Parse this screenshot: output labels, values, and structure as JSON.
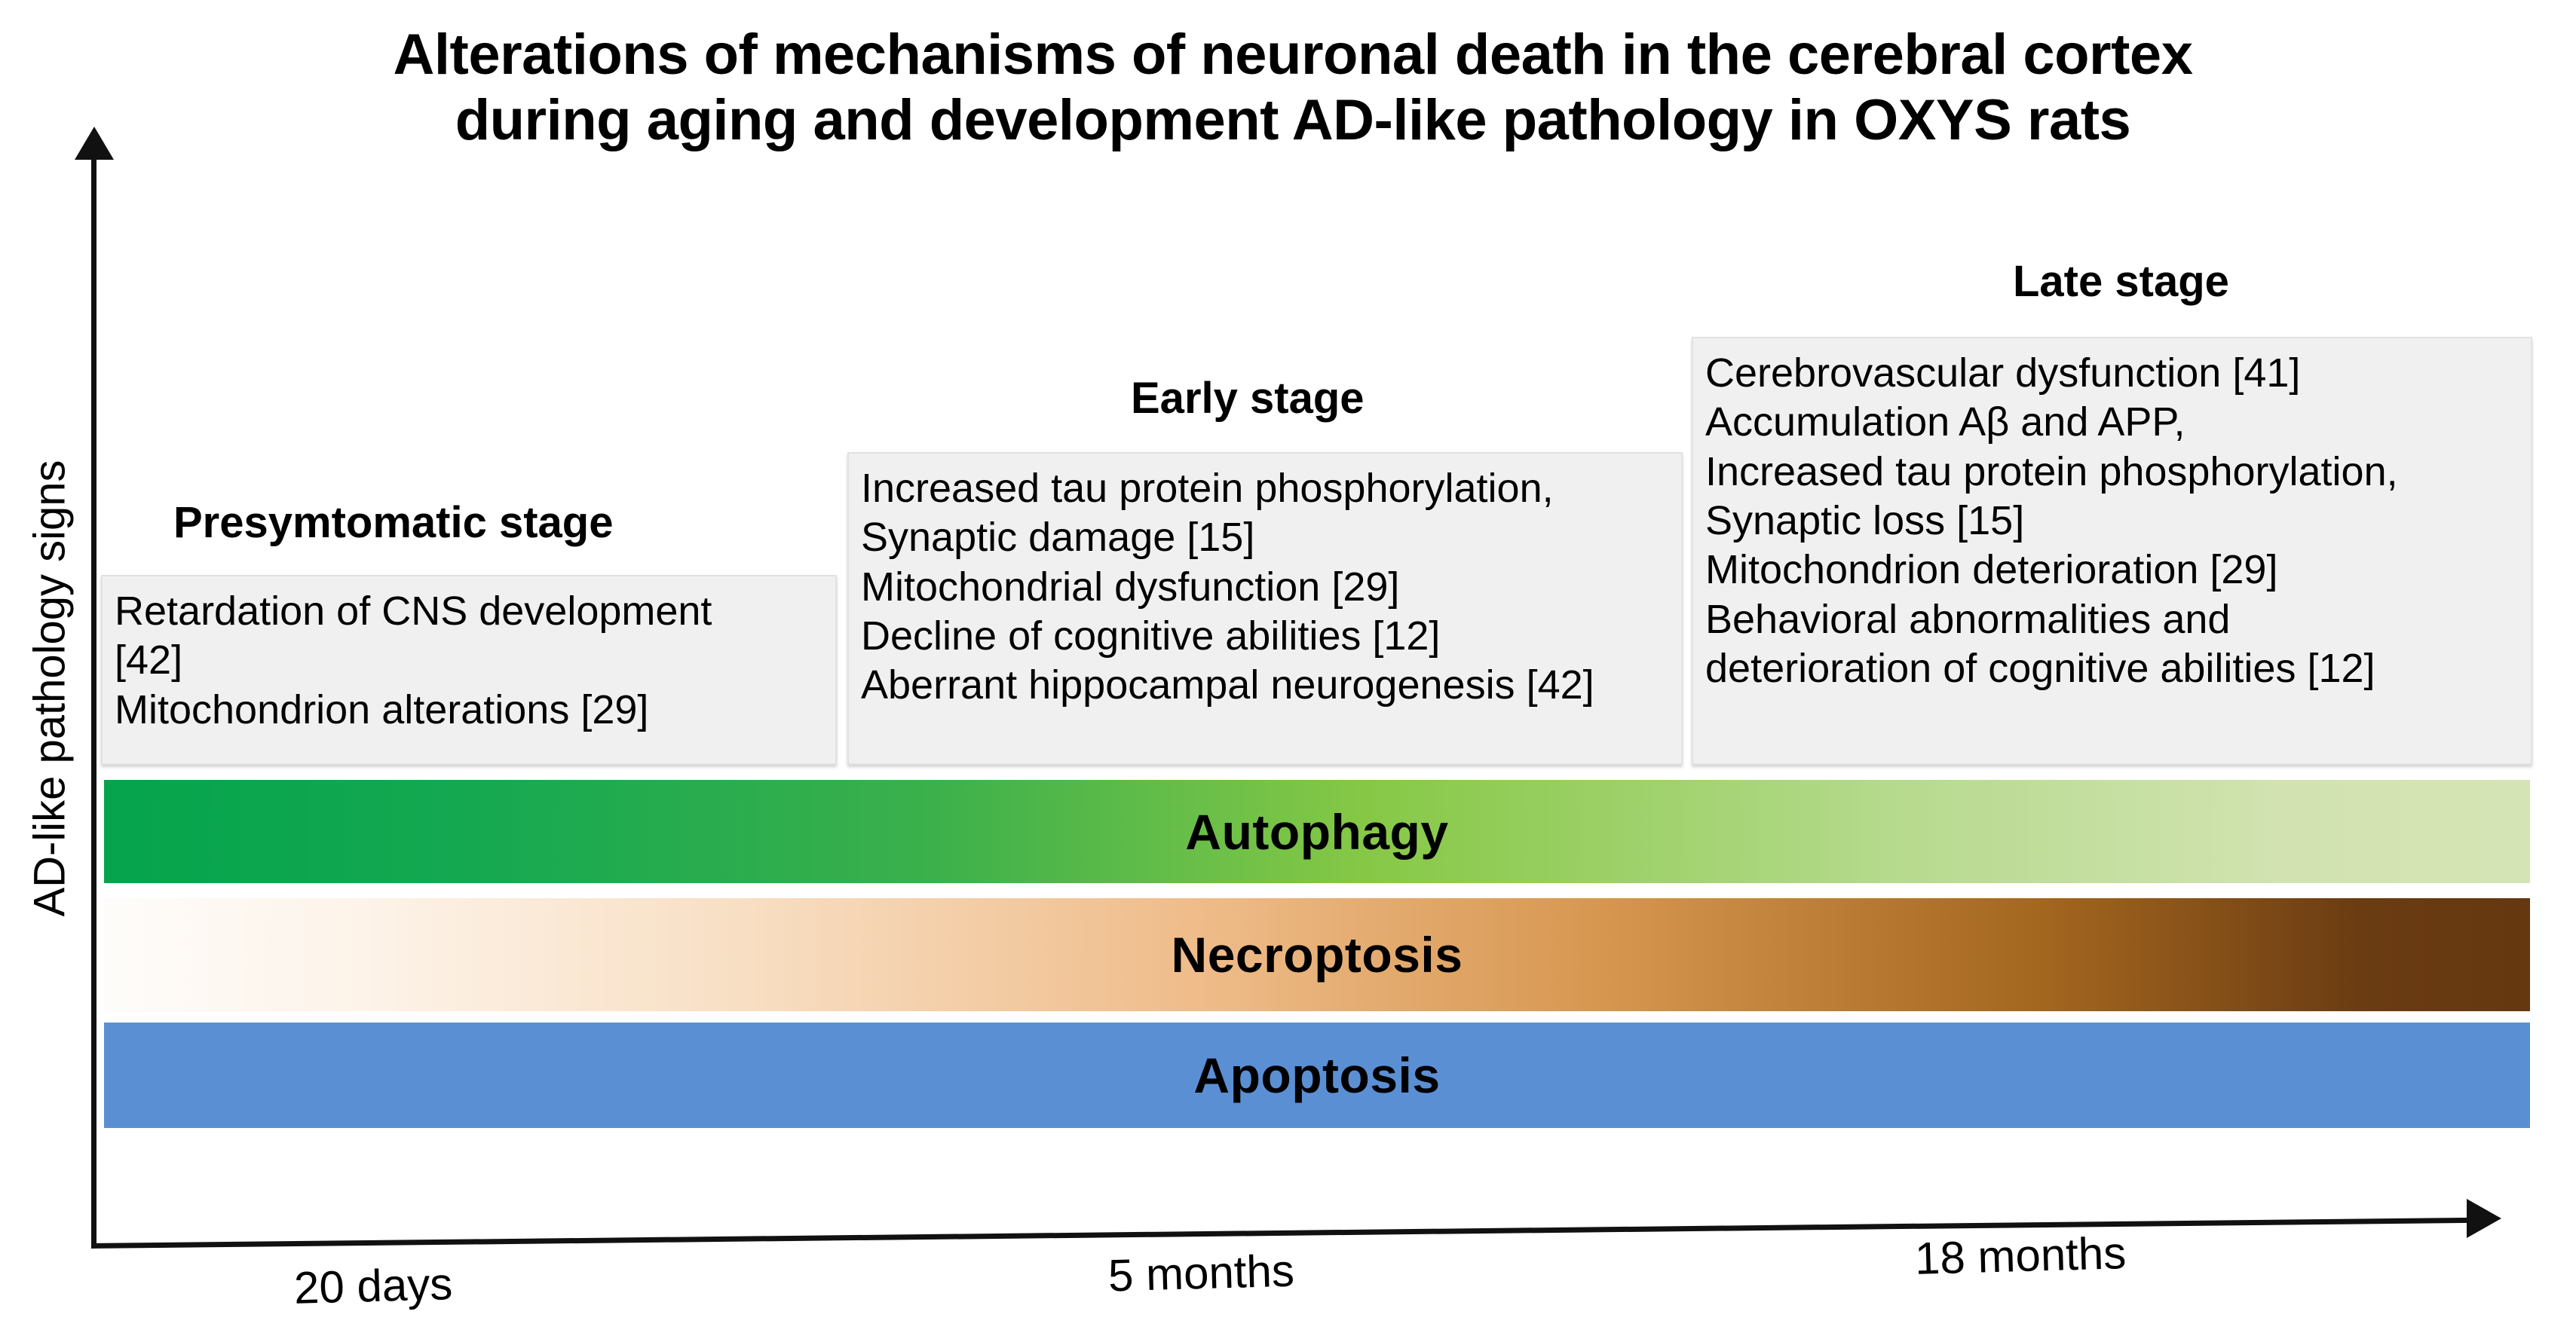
{
  "title": {
    "line1": "Alterations of mechanisms of neuronal death in the cerebral cortex",
    "line2": "during aging and development AD-like pathology in OXYS rats"
  },
  "axes": {
    "y_label": "AD-like pathology signs",
    "x_ticks": [
      "20 days",
      "5 months",
      "18 months"
    ],
    "axis_color": "#111111"
  },
  "stages": [
    {
      "header": "Presymtomatic stage",
      "lines": [
        "Retardation of CNS development",
        "[42]",
        "Mitochondrion alterations [29]"
      ]
    },
    {
      "header": "Early stage",
      "lines": [
        "Increased tau protein phosphorylation,",
        "Synaptic damage [15]",
        "Mitochondrial dysfunction [29]",
        "Decline of cognitive abilities [12]",
        "Aberrant hippocampal neurogenesis [42]"
      ]
    },
    {
      "header": "Late stage",
      "lines": [
        "Cerebrovascular dysfunction [41]",
        "Accumulation Aβ and APP,",
        "Increased tau protein phosphorylation,",
        "Synaptic loss [15]",
        "Mitochondrion deterioration [29]",
        "Behavioral abnormalities and",
        "deterioration of cognitive abilities [12]"
      ]
    }
  ],
  "mechanisms": [
    {
      "label": "Autophagy",
      "gradient": "linear-gradient(to right, #05A44C 0%, #13A851 14%, #3BB04B 34%, #86C846 52%, #B6DA8E 74%, #D2E3B1 90%, #D5E4B4 100%)",
      "colors": {
        "start": "#05A44C",
        "mid": "#86C846",
        "end": "#D5E4B4"
      }
    },
    {
      "label": "Necroptosis",
      "gradient": "linear-gradient(to right, #FEFCFA 0%, #FDF4EA 10%, #F8DFC4 26%, #EFBC8A 45%, #D6964F 62%, #A3661F 80%, #6B3C12 93%, #653810 100%)",
      "colors": {
        "start": "#FEFCFA",
        "mid": "#EFBC8A",
        "end": "#653810"
      }
    },
    {
      "label": "Apoptosis",
      "gradient": "linear-gradient(to right, #5B8FD4 0%, #5B8FD4 100%)",
      "colors": {
        "start": "#5B8FD4",
        "mid": "#5B8FD4",
        "end": "#5B8FD4"
      }
    }
  ],
  "chart_data": {
    "type": "area",
    "title": "Alterations of mechanisms of neuronal death in the cerebral cortex during aging and development AD-like pathology in OXYS rats",
    "xlabel": "",
    "ylabel": "AD-like pathology signs",
    "x_tick_labels": [
      "20 days",
      "5 months",
      "18 months"
    ],
    "series": [
      {
        "name": "Autophagy",
        "trend": "decreasing",
        "start_intensity": 1.0,
        "end_intensity": 0.18
      },
      {
        "name": "Necroptosis",
        "trend": "increasing",
        "start_intensity": 0.02,
        "end_intensity": 1.0
      },
      {
        "name": "Apoptosis",
        "trend": "constant",
        "start_intensity": 0.75,
        "end_intensity": 0.75
      }
    ],
    "legend": "none",
    "grid": false
  }
}
